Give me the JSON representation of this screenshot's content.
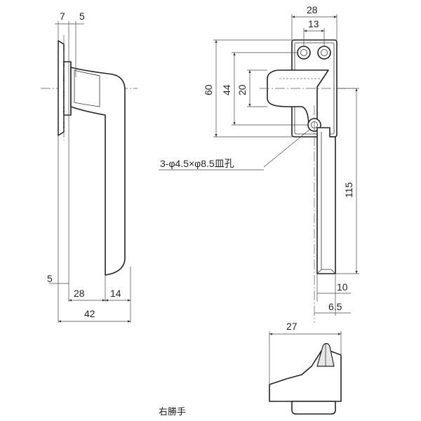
{
  "side_view": {
    "dims": {
      "top_a": "7",
      "top_b": "5",
      "bottom_left": "5",
      "w28": "28",
      "w14": "14",
      "w42": "42"
    }
  },
  "front_view": {
    "dims": {
      "top_w28": "28",
      "top_w13": "13",
      "h60": "60",
      "h44": "44",
      "h20": "20",
      "h115": "115",
      "w10": "10",
      "w6_5": "6.5"
    },
    "hole_note": "3-φ4.5×φ8.5皿孔"
  },
  "bottom_view": {
    "dims": {
      "w27": "27"
    }
  },
  "caption": "右勝手"
}
